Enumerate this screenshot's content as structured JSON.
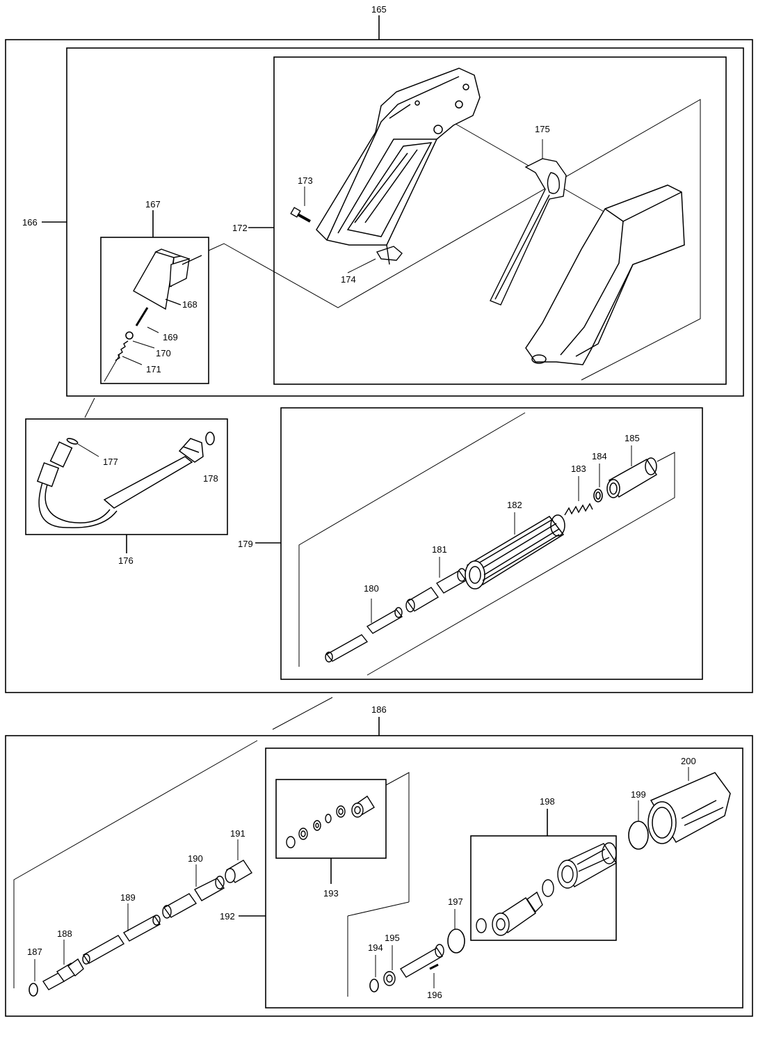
{
  "labels": {
    "l165": "165",
    "l166": "166",
    "l167": "167",
    "l168": "168",
    "l169": "169",
    "l170": "170",
    "l171": "171",
    "l172": "172",
    "l173": "173",
    "l174": "174",
    "l175": "175",
    "l176": "176",
    "l177": "177",
    "l178": "178",
    "l179": "179",
    "l180": "180",
    "l181": "181",
    "l182": "182",
    "l183": "183",
    "l184": "184",
    "l185": "185",
    "l186": "186",
    "l187": "187",
    "l188": "188",
    "l189": "189",
    "l190": "190",
    "l191": "191",
    "l192": "192",
    "l193": "193",
    "l194": "194",
    "l195": "195",
    "l196": "196",
    "l197": "197",
    "l198": "198",
    "l199": "199",
    "l200": "200"
  },
  "colors": {
    "line": "#000000",
    "fill": "#ffffff",
    "shade": "#d8d8d8"
  }
}
